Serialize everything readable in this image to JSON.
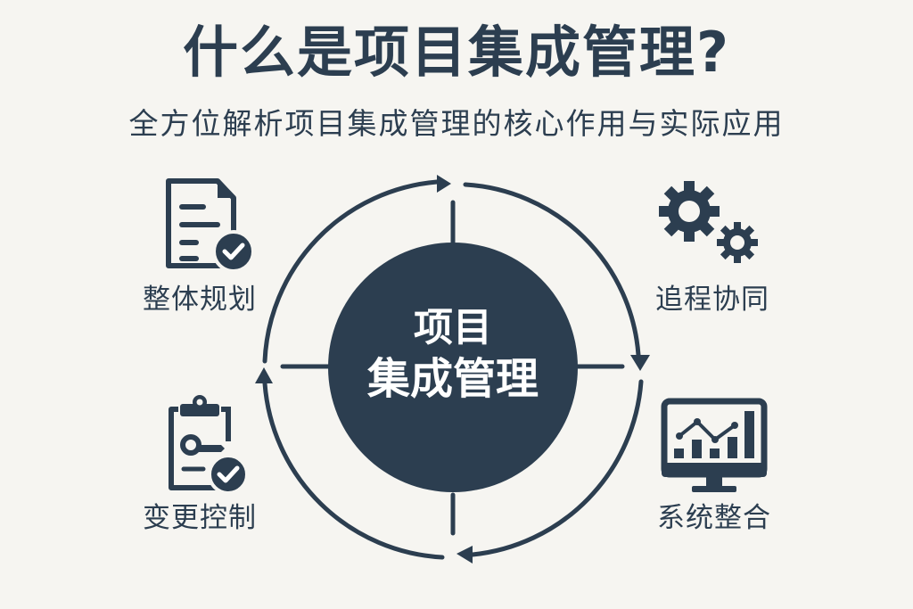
{
  "header": {
    "title": "什么是项目集成管理?",
    "subtitle": "全方位解析项目集成管理的核心作用与实际应用"
  },
  "center": {
    "line1": "项目",
    "line2": "集成管理"
  },
  "quadrants": [
    {
      "label": "整体规划",
      "icon": "document-check-icon",
      "position": "top-left"
    },
    {
      "label": "追程协同",
      "icon": "gears-icon",
      "position": "top-right"
    },
    {
      "label": "变更控制",
      "icon": "clipboard-key-check-icon",
      "position": "bottom-left"
    },
    {
      "label": "系统整合",
      "icon": "monitor-chart-icon",
      "position": "bottom-right"
    }
  ],
  "colors": {
    "primary": "#2c3e50",
    "background": "#f6f5f1",
    "center_text": "#ffffff"
  }
}
